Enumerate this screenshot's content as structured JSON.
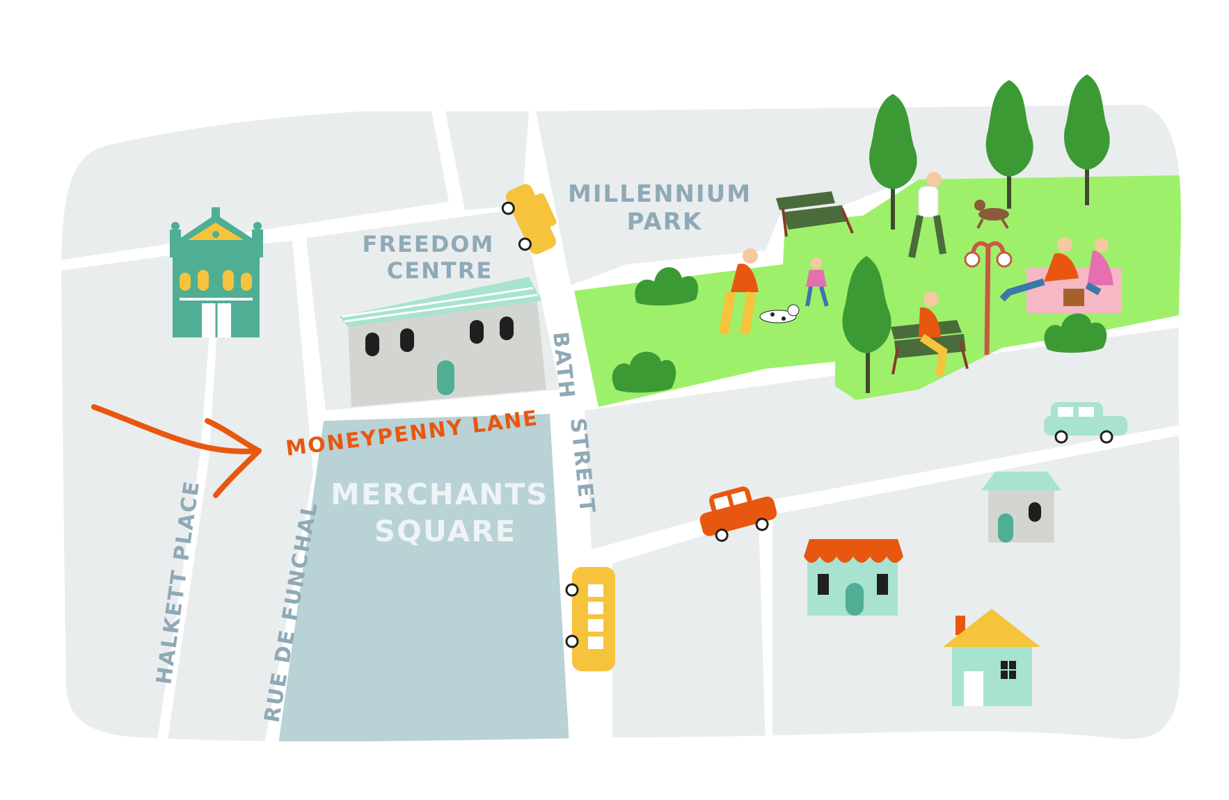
{
  "map": {
    "labels": {
      "millennium_park": [
        "MILLENNIUM",
        "PARK"
      ],
      "freedom_centre": [
        "FREEDOM",
        "CENTRE"
      ],
      "merchants_square": [
        "MERCHANTS",
        "SQUARE"
      ],
      "moneypenny_lane": "MONEYPENNY LANE",
      "bath_street_1": "BATH",
      "bath_street_2": "STREET",
      "halkett_place": "HALKETT PLACE",
      "rue_de_funchal": "RUE DE FUNCHAL"
    },
    "colors": {
      "background": "#ffffff",
      "block": "#e9edee",
      "road": "#ffffff",
      "park": "#9ef06b",
      "square": "#b8d2d5",
      "label_text": "#8fa9b6",
      "square_text": "#eef4f5",
      "highlight": "#e8570f",
      "church": "#4fae93",
      "church_trim": "#f5c43c",
      "building_wall": "#d3d6d0",
      "building_roof": "#a7e3cf",
      "house_mint": "#a7e3cf",
      "house_roof_orange": "#e8570f",
      "house_roof_yellow": "#f5c43c",
      "taxi": "#f5c43c",
      "bus": "#f5c43c",
      "car_red": "#e8570f",
      "car_mint": "#a7e3cf",
      "tree": "#3c9a35",
      "bush": "#3c9a35",
      "trunk": "#3f4a2f",
      "bench": "#4a6b3a",
      "lamp": "#c75a42",
      "blanket": "#f5b8c4"
    },
    "icons": [
      "church-icon",
      "freedom-centre-building-icon",
      "taxi-icon",
      "bus-icon",
      "red-car-icon",
      "mint-car-icon",
      "cottage-icon",
      "cafe-house-icon",
      "yellow-roof-house-icon",
      "tree-icon",
      "bush-icon",
      "bench-icon",
      "street-lamp-icon",
      "picnic-people-icon",
      "dog-icon",
      "arrow-icon"
    ]
  }
}
